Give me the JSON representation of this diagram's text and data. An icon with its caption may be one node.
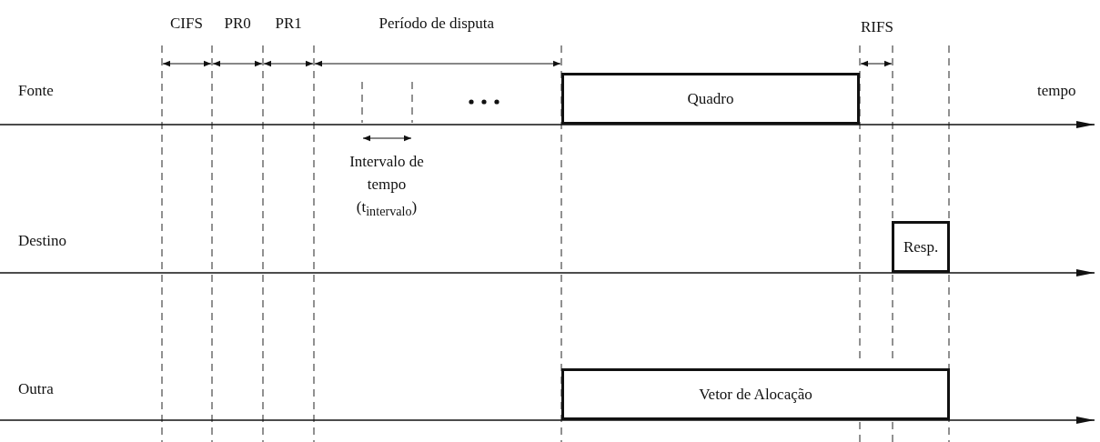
{
  "diagram": {
    "nodes": [
      {
        "text": [
          "Quadro"
        ]
      },
      {
        "text": [
          "Resp."
        ]
      },
      {
        "text": [
          "Vetor de Alocação"
        ]
      }
    ],
    "labels": [
      "CIFS",
      "PR0",
      "PR1",
      "Período de disputa",
      "RIFS",
      "Fonte",
      "tempo",
      "Intervalo de tempo (t$_{intervalo}$)",
      "Destino",
      "Outra"
    ]
  }
}
